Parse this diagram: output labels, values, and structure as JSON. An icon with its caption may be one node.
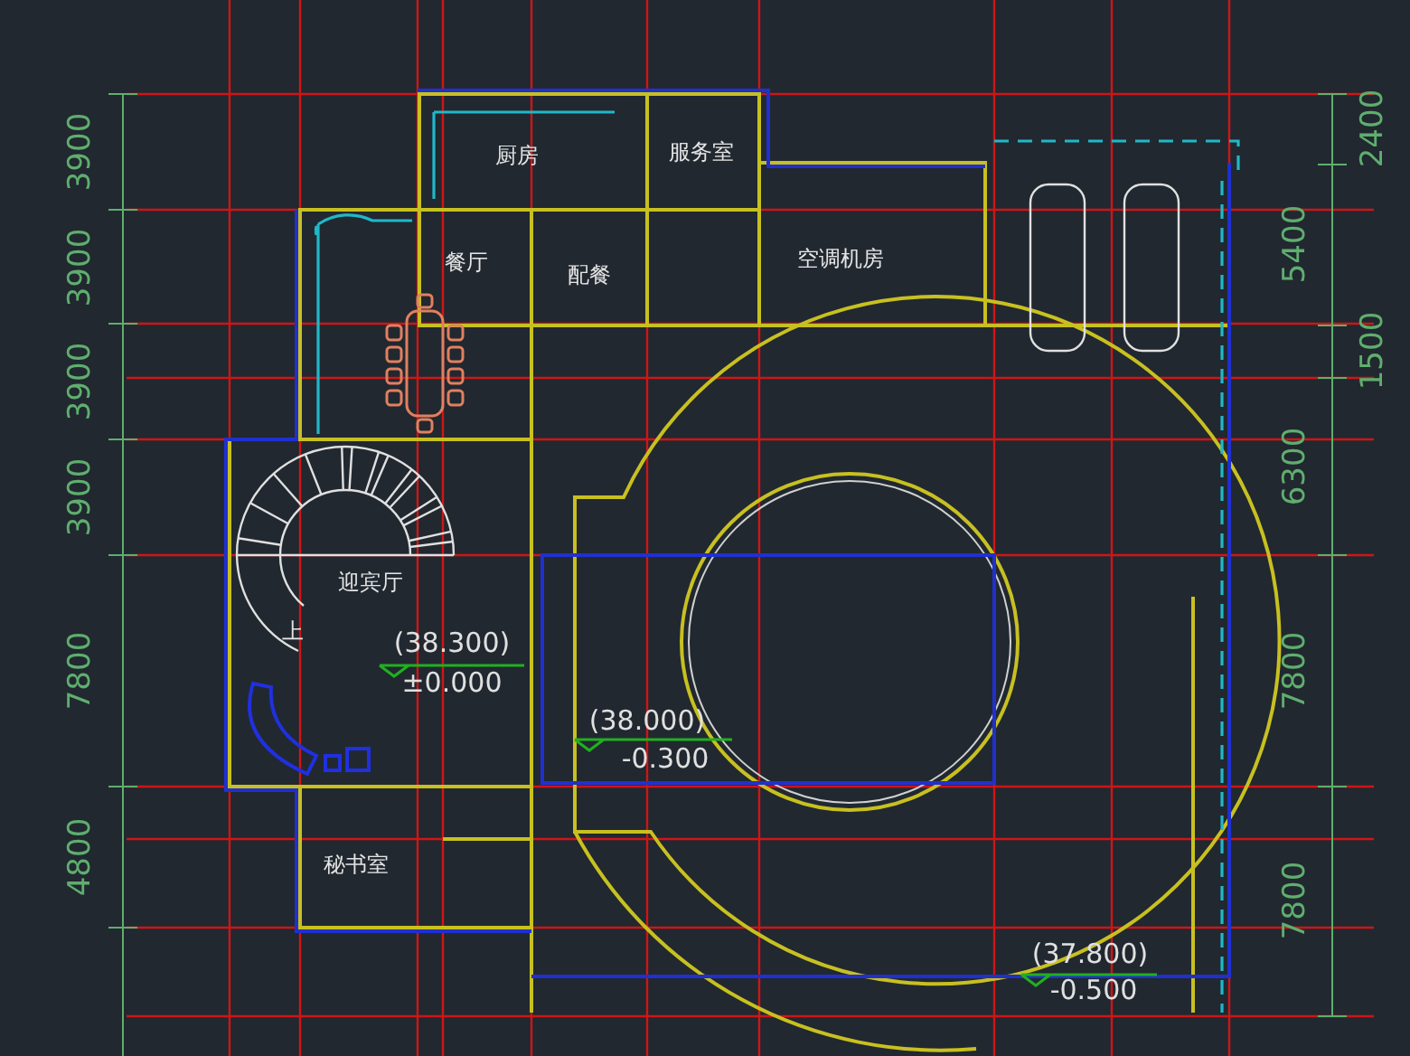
{
  "diagram": {
    "labels": [
      "3900",
      "3900",
      "3900",
      "3900",
      "7800",
      "4800",
      "2400",
      "5400",
      "1500",
      "6300",
      "7800",
      "7800",
      "厨房",
      "服务室",
      "餐厅",
      "配餐",
      "空调机房",
      "迎宾厅",
      "上",
      "(38.300)",
      "±0.000",
      "秘书室",
      "(38.000)",
      "-0.300",
      "(37.800)",
      "-0.500"
    ]
  }
}
